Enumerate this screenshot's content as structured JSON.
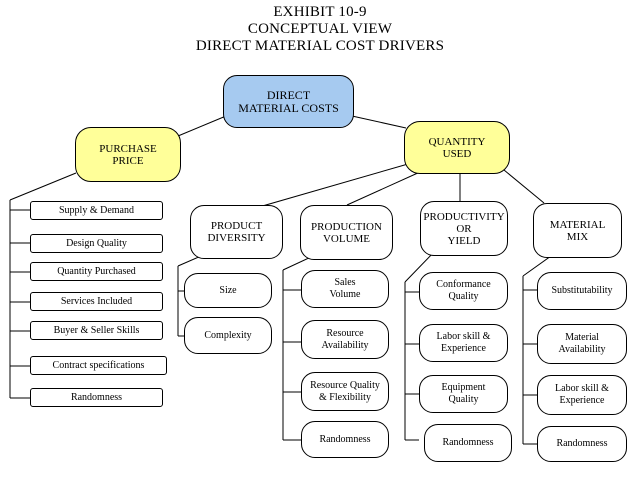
{
  "title": {
    "line1": "EXHIBIT 10-9",
    "line2": "CONCEPTUAL VIEW",
    "line3": "DIRECT MATERIAL COST DRIVERS"
  },
  "root": "DIRECT\nMATERIAL COSTS",
  "purchase_price": {
    "label": "PURCHASE\nPRICE",
    "items": [
      "Supply & Demand",
      "Design Quality",
      "Quantity Purchased",
      "Services Included",
      "Buyer & Seller Skills",
      "Contract specifications",
      "Randomness"
    ]
  },
  "quantity_used": {
    "label": "QUANTITY\nUSED",
    "branches": [
      {
        "label": "PRODUCT\nDIVERSITY",
        "items": [
          "Size",
          "Complexity"
        ]
      },
      {
        "label": "PRODUCTION\nVOLUME",
        "items": [
          "Sales\nVolume",
          "Resource\nAvailability",
          "Resource Quality\n& Flexibility",
          "Randomness"
        ]
      },
      {
        "label": "PRODUCTIVITY\nOR\nYIELD",
        "items": [
          "Conformance\nQuality",
          "Labor skill &\nExperience",
          "Equipment\nQuality",
          "Randomness"
        ]
      },
      {
        "label": "MATERIAL\nMIX",
        "items": [
          "Substitutability",
          "Material\nAvailability",
          "Labor skill &\nExperience",
          "Randomness"
        ]
      }
    ]
  }
}
